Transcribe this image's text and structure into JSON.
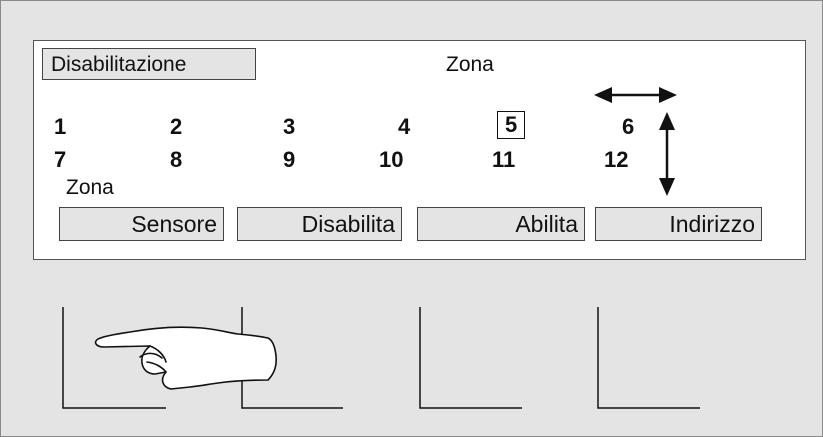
{
  "panel": {
    "title": "Disabilitazione",
    "zone_title": "Zona",
    "zone_label": "Zona",
    "zones": [
      "1",
      "2",
      "3",
      "4",
      "5",
      "6",
      "7",
      "8",
      "9",
      "10",
      "11",
      "12"
    ],
    "selected_zone": "5"
  },
  "softkeys": [
    "Sensore",
    "Disabilita",
    "Abilita",
    "Indirizzo"
  ],
  "icons": {
    "nav_horizontal": "left-right-arrow-icon",
    "nav_vertical": "up-down-arrow-icon",
    "pointer": "pointing-hand-icon"
  }
}
